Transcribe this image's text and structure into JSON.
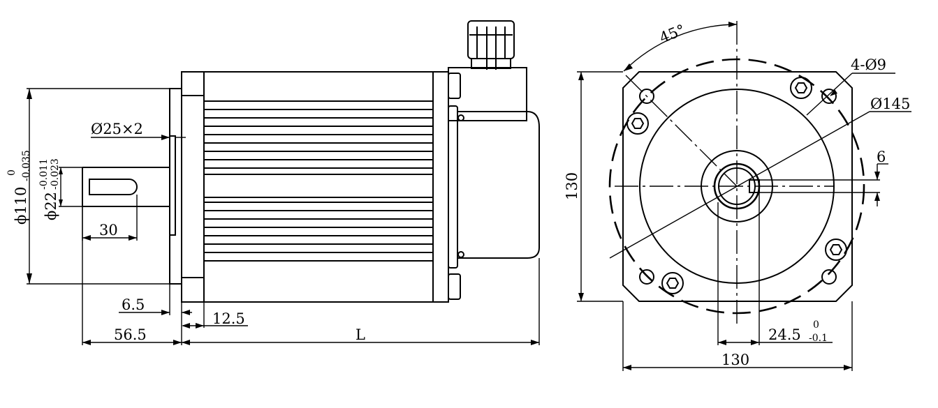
{
  "side_view": {
    "dim_flange_dia": "ϕ110",
    "dim_flange_tol_upper": "0",
    "dim_flange_tol_lower": "-0.035",
    "dim_shaft_dia": "ϕ22",
    "dim_shaft_tol_upper": "-0.011",
    "dim_shaft_tol_lower": "-0.023",
    "dim_shoulder": "Ø25×2",
    "dim_key_length": "30",
    "dim_spigot": "6.5",
    "dim_flange_thickness": "12.5",
    "dim_shaft_length": "56.5",
    "dim_body_length": "L"
  },
  "front_view": {
    "dim_angle": "45°",
    "dim_holes": "4-Ø9",
    "dim_pcd": "Ø145",
    "dim_key_width": "6",
    "dim_height": "130",
    "dim_key_depth": "24.5",
    "dim_key_tol_upper": "0",
    "dim_key_tol_lower": "-0.1",
    "dim_width": "130"
  }
}
